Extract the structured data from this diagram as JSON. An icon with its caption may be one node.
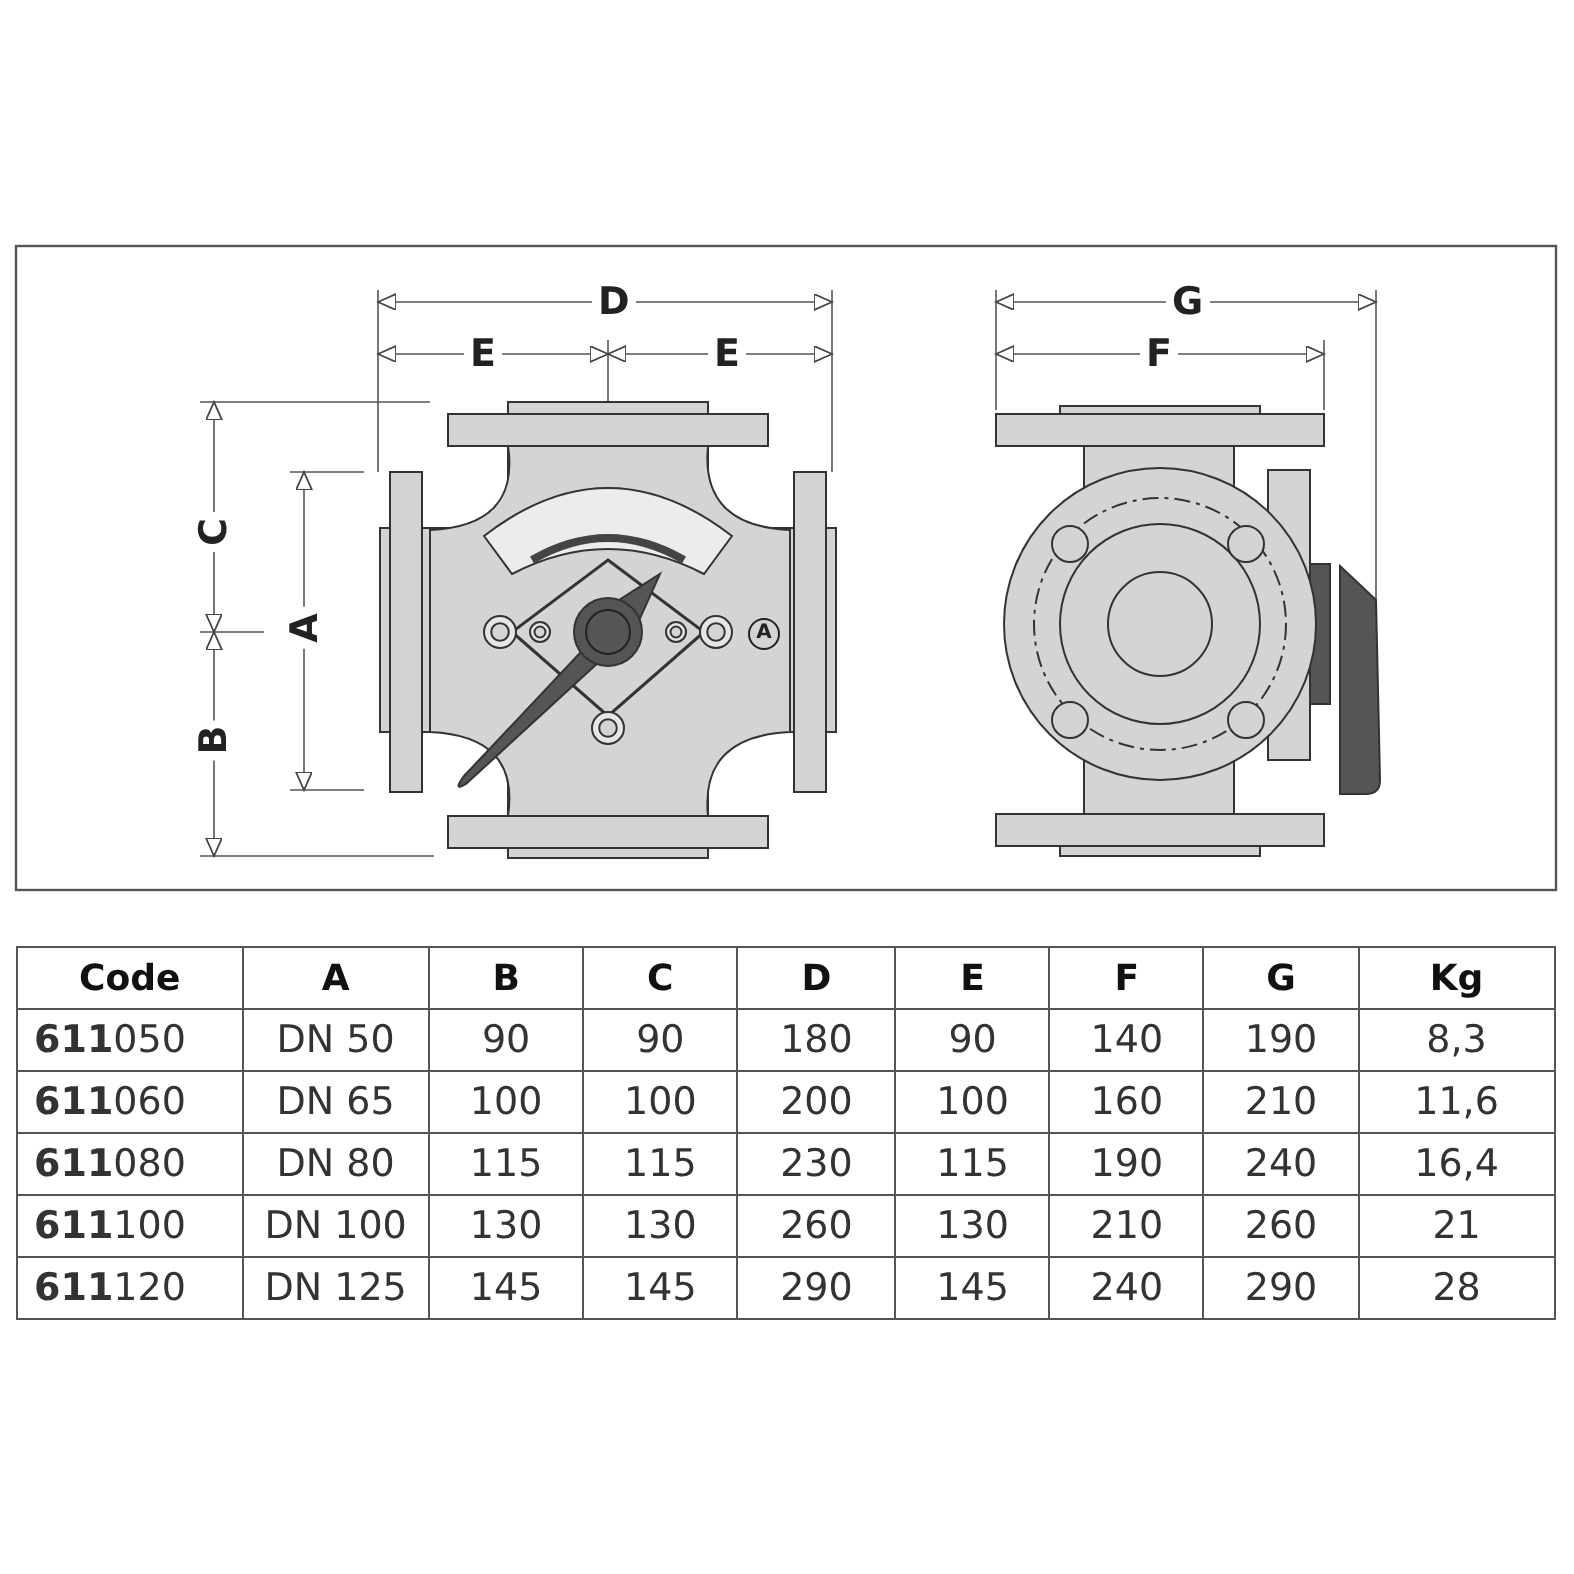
{
  "diagram": {
    "labels": [
      "D",
      "E",
      "E",
      "C",
      "A",
      "B",
      "A",
      "G",
      "F",
      "Code",
      "A",
      "B",
      "C",
      "D",
      "E",
      "F",
      "G",
      "Kg",
      "**611**050",
      "DN 50",
      "90",
      "90",
      "180",
      "90",
      "140",
      "190",
      "8,3",
      "**611**060",
      "DN 65",
      "100",
      "100",
      "200",
      "100",
      "160",
      "210",
      "11,6",
      "**611**080",
      "DN 80",
      "115",
      "115",
      "230",
      "115",
      "190",
      "240",
      "16,4",
      "**611**100",
      "DN 100",
      "130",
      "130",
      "260",
      "130",
      "210",
      "260",
      "21",
      "**611**120",
      "DN 125",
      "145",
      "145",
      "290",
      "145",
      "240",
      "290",
      "28"
    ]
  }
}
